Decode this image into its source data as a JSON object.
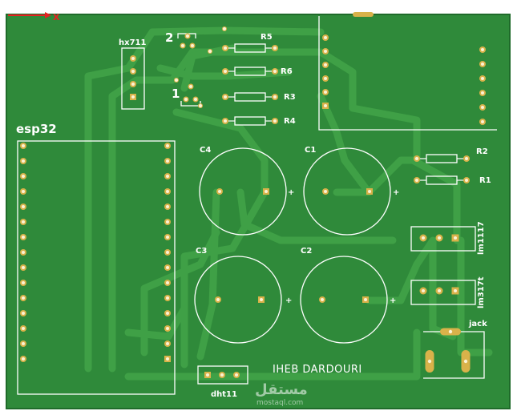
{
  "board": {
    "axis_label": "x",
    "designer_name": "IHEB DARDOURI",
    "watermark_arabic": "مستقل",
    "watermark_latin": "mostaql.com"
  },
  "labels": {
    "esp32": "esp32",
    "hx711": "hx711",
    "dht11": "dht11",
    "jack": "jack",
    "lm1117": "lm1117",
    "lm317t": "lm317t",
    "r5": "R5",
    "r6": "R6",
    "r3": "R3",
    "r4": "R4",
    "r2": "R2",
    "r1": "R1",
    "c1": "C1",
    "c2": "C2",
    "c3": "C3",
    "c4": "C4",
    "pin1": "1",
    "pin2": "2",
    "plus": "+"
  },
  "colors": {
    "board": "#2f8a3a",
    "board_edge": "#1f6b2a",
    "trace": "#3fa046",
    "silkscreen": "#ffffff",
    "pad": "#d9b24a",
    "pad_hole": "#fbf3d5",
    "axis": "#e32222"
  }
}
